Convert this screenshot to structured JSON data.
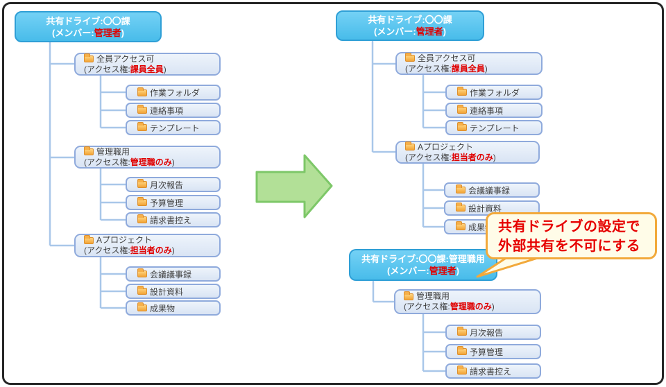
{
  "palette": {
    "root_fill": "#54c5ef",
    "root_border": "#2f9fd6",
    "node_fill": "#dde8f5",
    "node_border": "#8faadc",
    "connector": "#a9c7e9",
    "red_text": "#e00000",
    "node_text": "#3f3f3f",
    "arrow_fill": "#b2e097",
    "arrow_border": "#7dc768",
    "callout_fill": "#fffce8",
    "callout_border": "#f2a93b",
    "folder_icon": "#f2a437"
  },
  "trees": {
    "left": {
      "root": {
        "title": "共有ドライブ:〇〇課",
        "member_prefix": "(メンバー:",
        "member": "管理者",
        "member_suffix": ")"
      },
      "groups": [
        {
          "label": "全員アクセス可",
          "access_prefix": "(アクセス権:",
          "access": "課員全員",
          "access_suffix": ")",
          "children": [
            "作業フォルダ",
            "連絡事項",
            "テンプレート"
          ]
        },
        {
          "label": "管理職用",
          "access_prefix": "(アクセス権:",
          "access": "管理職のみ",
          "access_suffix": ")",
          "children": [
            "月次報告",
            "予算管理",
            "請求書控え"
          ]
        },
        {
          "label": "Aプロジェクト",
          "access_prefix": "(アクセス権:",
          "access": "担当者のみ",
          "access_suffix": ")",
          "children": [
            "会議議事録",
            "設計資料",
            "成果物"
          ]
        }
      ]
    },
    "right_top": {
      "root": {
        "title": "共有ドライブ:〇〇課",
        "member_prefix": "(メンバー:",
        "member": "管理者",
        "member_suffix": ")"
      },
      "groups": [
        {
          "label": "全員アクセス可",
          "access_prefix": "(アクセス権:",
          "access": "課員全員",
          "access_suffix": ")",
          "children": [
            "作業フォルダ",
            "連絡事項",
            "テンプレート"
          ]
        },
        {
          "label": "Aプロジェクト",
          "access_prefix": "(アクセス権:",
          "access": "担当者のみ",
          "access_suffix": ")",
          "children": [
            "会議議事録",
            "設計資料",
            "成果物"
          ]
        }
      ]
    },
    "right_bottom": {
      "root": {
        "title": "共有ドライブ:〇〇課:管理職用",
        "member_prefix": "(メンバー:",
        "member": "管理者",
        "member_suffix": ")"
      },
      "groups": [
        {
          "label": "管理職用",
          "access_prefix": "(アクセス権:",
          "access": "管理職のみ",
          "access_suffix": ")",
          "children": [
            "月次報告",
            "予算管理",
            "請求書控え"
          ]
        }
      ]
    }
  },
  "callout": {
    "line1": "共有ドライブの設定で",
    "line2": "外部共有を不可にする"
  }
}
